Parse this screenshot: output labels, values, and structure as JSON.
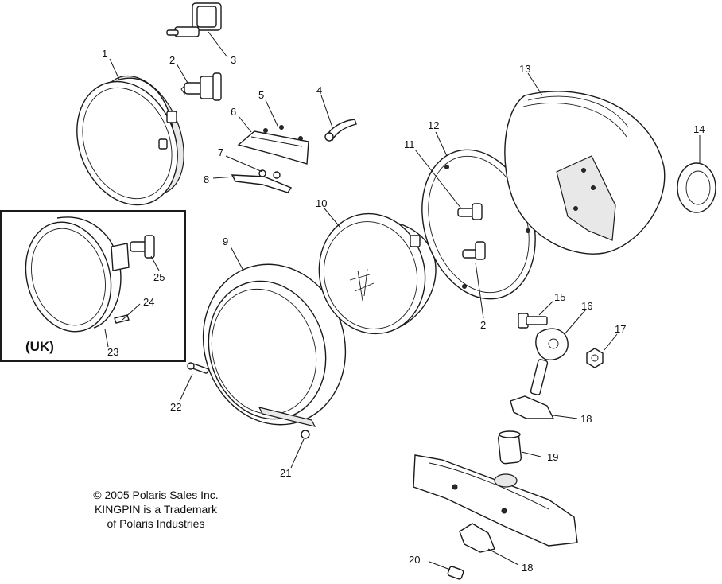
{
  "callouts": [
    {
      "id": "c1",
      "text": "1"
    },
    {
      "id": "c2a",
      "text": "2"
    },
    {
      "id": "c3",
      "text": "3"
    },
    {
      "id": "c4",
      "text": "4"
    },
    {
      "id": "c5",
      "text": "5"
    },
    {
      "id": "c6",
      "text": "6"
    },
    {
      "id": "c7",
      "text": "7"
    },
    {
      "id": "c8",
      "text": "8"
    },
    {
      "id": "c9",
      "text": "9"
    },
    {
      "id": "c10",
      "text": "10"
    },
    {
      "id": "c11",
      "text": "11"
    },
    {
      "id": "c12",
      "text": "12"
    },
    {
      "id": "c13",
      "text": "13"
    },
    {
      "id": "c14",
      "text": "14"
    },
    {
      "id": "c15",
      "text": "15"
    },
    {
      "id": "c16",
      "text": "16"
    },
    {
      "id": "c17",
      "text": "17"
    },
    {
      "id": "c18a",
      "text": "18"
    },
    {
      "id": "c19",
      "text": "19"
    },
    {
      "id": "c2b",
      "text": "2"
    },
    {
      "id": "c20",
      "text": "20"
    },
    {
      "id": "c21",
      "text": "21"
    },
    {
      "id": "c22",
      "text": "22"
    },
    {
      "id": "c23",
      "text": "23"
    },
    {
      "id": "c24",
      "text": "24"
    },
    {
      "id": "c25",
      "text": "25"
    },
    {
      "id": "c18b",
      "text": "18"
    }
  ],
  "uk_box": {
    "label": "(UK)"
  },
  "copyright": {
    "line1": "© 2005 Polaris Sales Inc.",
    "line2": "KINGPIN is a Trademark",
    "line3": "of Polaris Industries"
  }
}
